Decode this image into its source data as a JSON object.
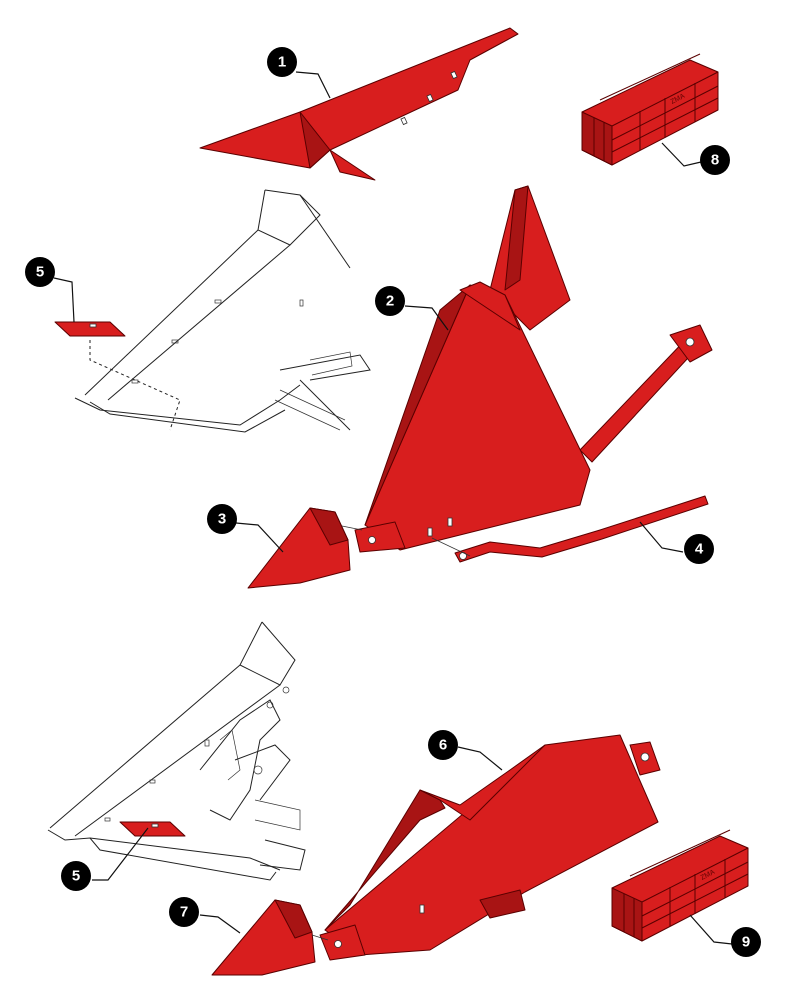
{
  "callouts": [
    {
      "id": "c1",
      "label": "1"
    },
    {
      "id": "c2",
      "label": "2"
    },
    {
      "id": "c3",
      "label": "3"
    },
    {
      "id": "c4",
      "label": "4"
    },
    {
      "id": "c5a",
      "label": "5"
    },
    {
      "id": "c5b",
      "label": "5"
    },
    {
      "id": "c6",
      "label": "6"
    },
    {
      "id": "c7",
      "label": "7"
    },
    {
      "id": "c8",
      "label": "8"
    },
    {
      "id": "c9",
      "label": "9"
    }
  ],
  "colors": {
    "part_fill": "#d81e1e",
    "part_shadow": "#a81414",
    "outline": "#222222",
    "callout_bg": "#000000",
    "callout_text": "#ffffff"
  },
  "crate_marks": [
    "ZMA",
    "ZMA"
  ]
}
